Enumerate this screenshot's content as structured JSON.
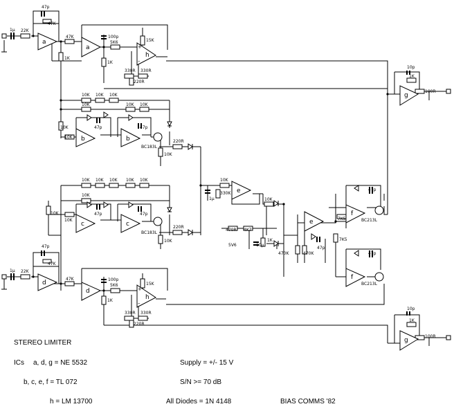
{
  "title": "STEREO LIMITER",
  "notes": {
    "ics_label": "ICs",
    "ics_ne5532": "a, d, g  = NE 5532",
    "ics_tl072": "b, c, e, f  = TL 072",
    "ics_lm13700": "h  = LM 13700",
    "supply": "Supply  = +/- 15 V",
    "sn": "S/N      >= 70 dB",
    "diodes": "All Diodes = 1N 4148",
    "credit": "BIAS COMMS '82"
  },
  "opamps": {
    "a": "a",
    "b": "b",
    "c": "c",
    "d": "d",
    "e": "e",
    "f": "f",
    "g": "g",
    "h": "h"
  },
  "components": {
    "c_1u": "1µ",
    "r_22k": "22K",
    "c_47p": "47p",
    "r_47k": "47K",
    "r_1k": "1K",
    "c_100p": "100p",
    "r_5k6": "5K6",
    "r_15k": "15K",
    "r_330r": "330R",
    "r_220r": "220R",
    "r_10k": "10K",
    "q_bc183l": "BC183L",
    "r_330k": "330K",
    "r_470r": "470R",
    "r_4k7": "4K7",
    "r_470k": "470K",
    "r_7k5": "7K5",
    "q_bc213l": "BC213L",
    "c_10p": "10p",
    "r_100r": "100R",
    "z_5v6": "5V6",
    "c_10u": "10µ"
  }
}
